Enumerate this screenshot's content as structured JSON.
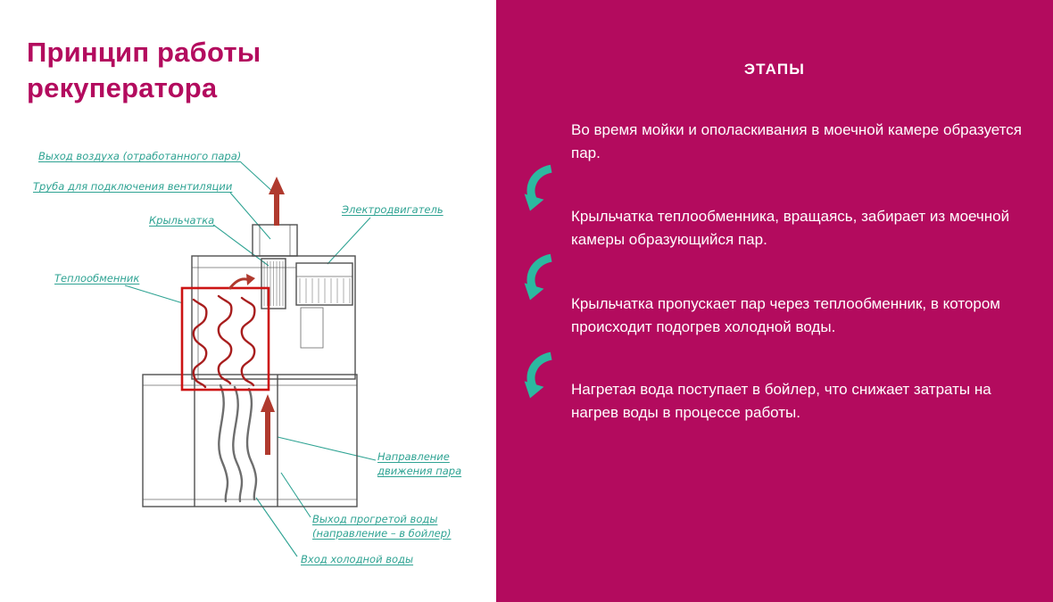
{
  "left": {
    "title": "Принцип работы рекуператора",
    "labels": {
      "air_out": "Выход воздуха (отработанного пара)",
      "vent_pipe": "Труба для подключения вентиляции",
      "impeller": "Крыльчатка",
      "motor": "Электродвигатель",
      "heat_exchanger": "Теплообменник",
      "steam_direction": "Направление движения пара",
      "warm_water_out": "Выход прогретой воды (направление – в бойлер)",
      "cold_water_in": "Вход холодной воды"
    }
  },
  "right": {
    "header": "ЭТАПЫ",
    "steps": [
      "Во время мойки и ополаскивания в моечной камере образуется пар.",
      "Крыльчатка теплообменника, вращаясь, забирает из моечной камеры образующийся пар.",
      "Крыльчатка пропускает пар через теплообменник, в котором происходит подогрев холодной воды.",
      "Нагретая вода поступает в бойлер, что снижает затраты на нагрев воды в процессе работы."
    ]
  },
  "colors": {
    "crimson": "#b30b5e",
    "teal_label": "#2fa393",
    "teal_arrow": "#2cb9a0",
    "diagram_line": "#4f4f4f",
    "highlight_red": "#cc1414",
    "arrow_red": "#b03a2e"
  }
}
